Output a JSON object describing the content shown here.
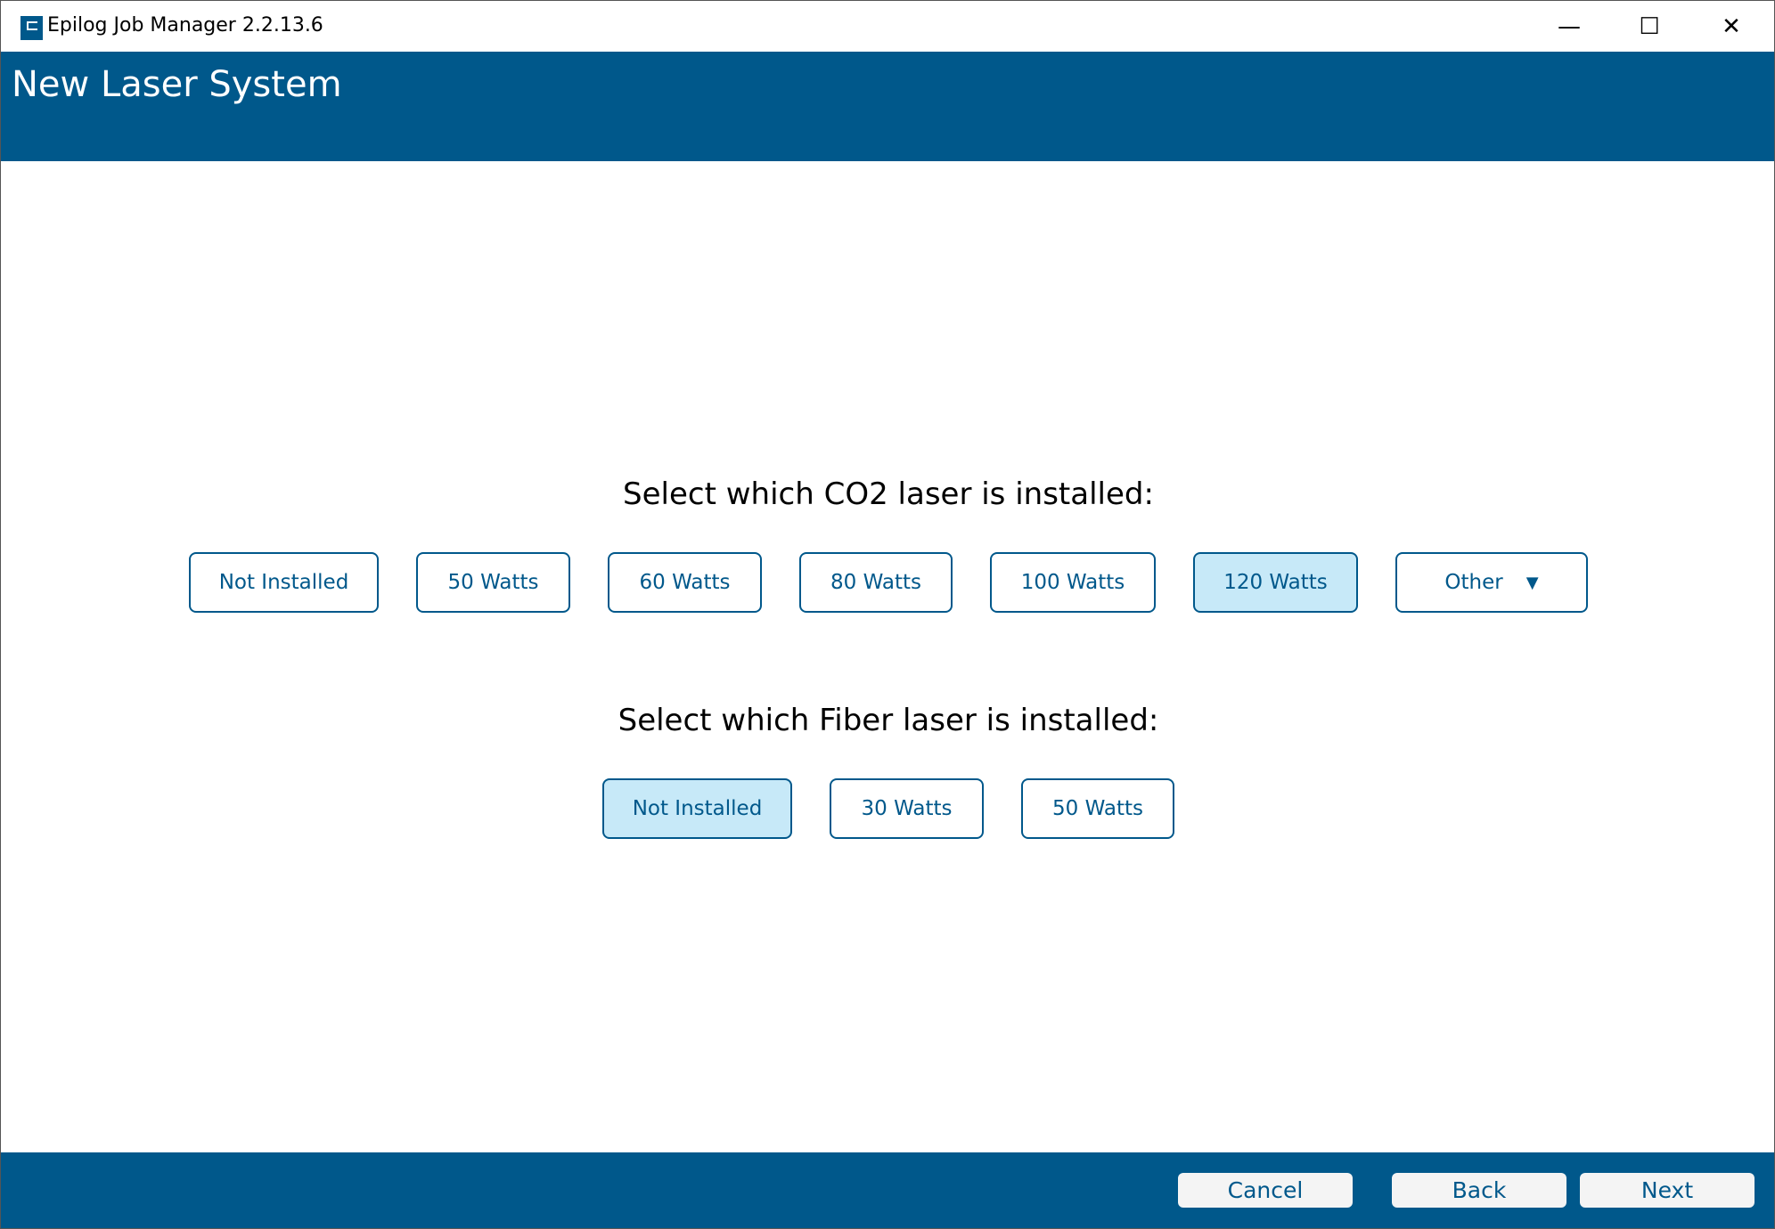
{
  "window": {
    "title": "Epilog Job Manager 2.2.13.6",
    "minimize_glyph": "—",
    "maximize_glyph": "☐",
    "close_glyph": "✕"
  },
  "header": {
    "title": "New Laser System"
  },
  "co2": {
    "heading": "Select which CO2 laser is installed:",
    "options": [
      "Not Installed",
      "50 Watts",
      "60 Watts",
      "80 Watts",
      "100 Watts",
      "120 Watts"
    ],
    "selected": "120 Watts",
    "other_label": "Other",
    "other_arrow": "▼"
  },
  "fiber": {
    "heading": "Select which Fiber laser is installed:",
    "options": [
      "Not Installed",
      "30 Watts",
      "50 Watts"
    ],
    "selected": "Not Installed"
  },
  "footer": {
    "cancel": "Cancel",
    "back": "Back",
    "next": "Next"
  },
  "colors": {
    "brand": "#00588b",
    "selected_fill": "#c7e9f8"
  }
}
